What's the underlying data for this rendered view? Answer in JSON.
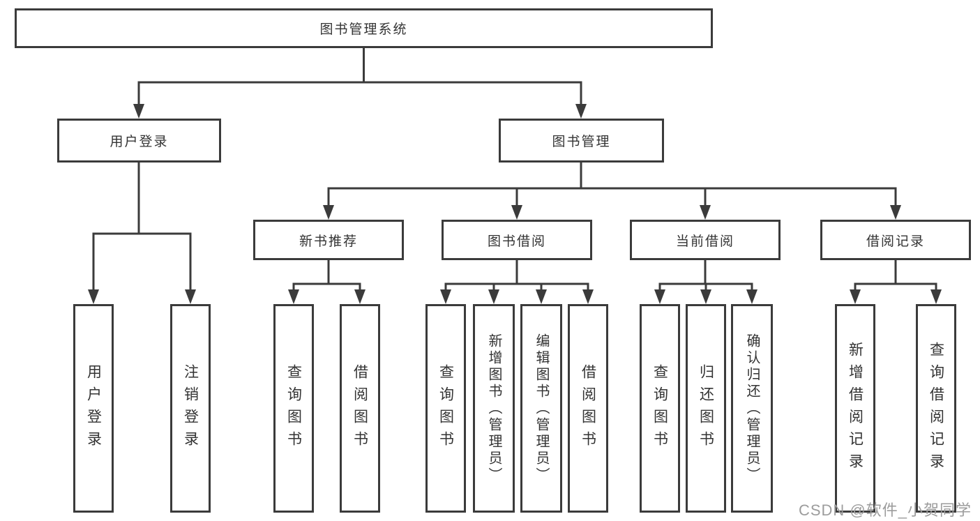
{
  "tree": {
    "label": "图书管理系统",
    "children": [
      {
        "label": "用户登录",
        "children": [
          {
            "label": "用户登录"
          },
          {
            "label": "注销登录"
          }
        ]
      },
      {
        "label": "图书管理",
        "children": [
          {
            "label": "新书推荐",
            "children": [
              {
                "label": "查询图书"
              },
              {
                "label": "借阅图书"
              }
            ]
          },
          {
            "label": "图书借阅",
            "children": [
              {
                "label": "查询图书"
              },
              {
                "label": "新增图书（管理员）"
              },
              {
                "label": "编辑图书（管理员）"
              },
              {
                "label": "借阅图书"
              }
            ]
          },
          {
            "label": "当前借阅",
            "children": [
              {
                "label": "查询图书"
              },
              {
                "label": "归还图书"
              },
              {
                "label": "确认归还（管理员）"
              }
            ]
          },
          {
            "label": "借阅记录",
            "children": [
              {
                "label": "新增借阅记录"
              },
              {
                "label": "查询借阅记录"
              }
            ]
          }
        ]
      }
    ]
  },
  "watermark": {
    "text": "CSDN @软件_小贺同学"
  },
  "colors": {
    "line": "#3b3b3b",
    "text": "#333333",
    "background": "#ffffff",
    "watermark": "#9c9c9c"
  }
}
